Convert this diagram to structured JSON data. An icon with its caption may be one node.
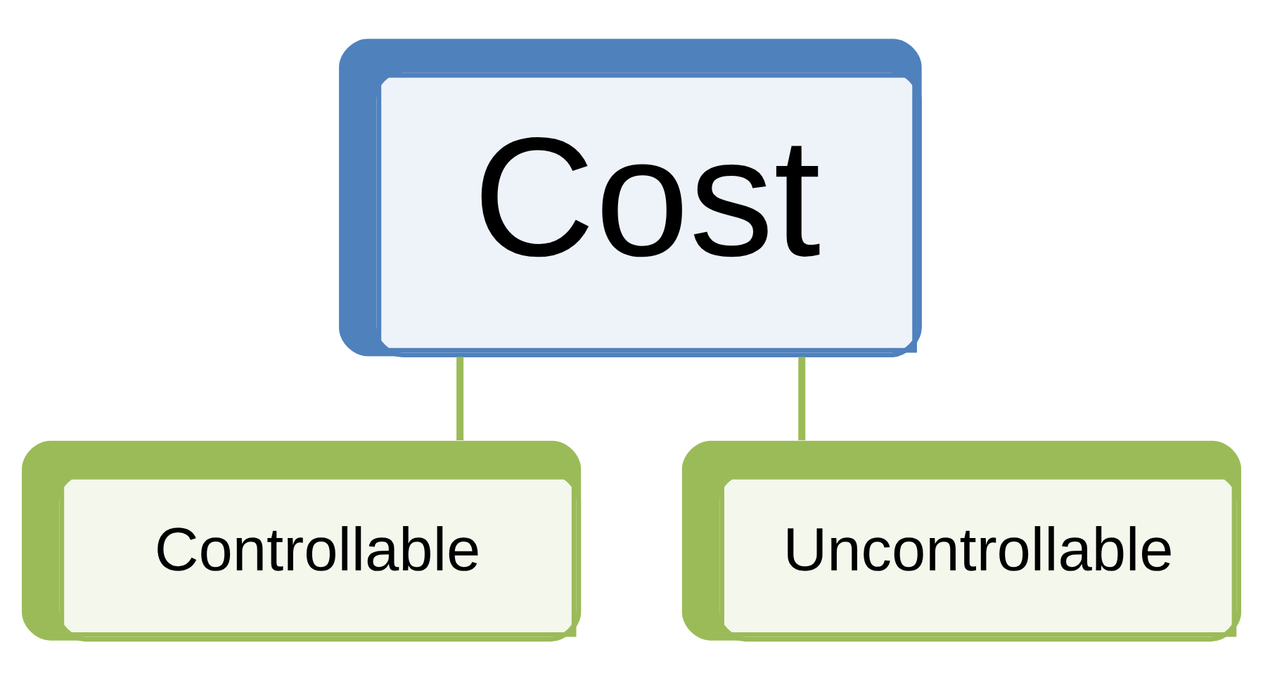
{
  "diagram": {
    "nodes": [
      {
        "text": [
          "Cost"
        ]
      },
      {
        "text": [
          "Controllable"
        ]
      },
      {
        "text": [
          "Uncontrollable"
        ]
      }
    ],
    "edges": [
      {
        "from": 0,
        "to": 1,
        "arrow": "none"
      },
      {
        "from": 0,
        "to": 2,
        "arrow": "none"
      }
    ]
  }
}
